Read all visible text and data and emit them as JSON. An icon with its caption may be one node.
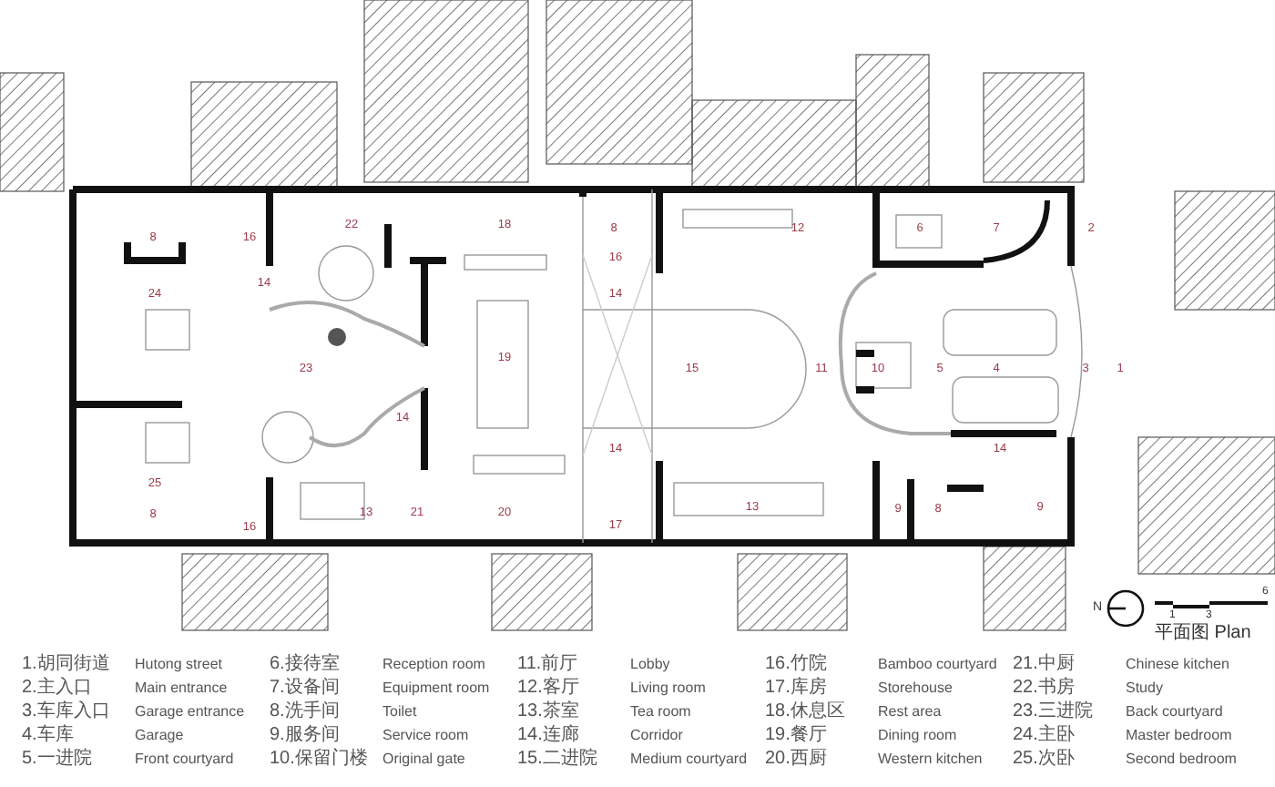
{
  "diagram": {
    "title": "平面图 Plan",
    "labels": [
      "8",
      "16",
      "22",
      "18",
      "8",
      "12",
      "6",
      "7",
      "2",
      "16",
      "24",
      "14",
      "14",
      "23",
      "19",
      "15",
      "11",
      "10",
      "5",
      "4",
      "3",
      "1",
      "14",
      "14",
      "14",
      "25",
      "8",
      "16",
      "13",
      "21",
      "20",
      "17",
      "13",
      "9",
      "8",
      "9",
      "1.胡同街道",
      "Hutong street",
      "6.接待室",
      "Reception room",
      "11.前厅",
      "Lobby",
      "16.竹院",
      "Bamboo courtyard",
      "21.中厨",
      "Chinese kitchen",
      "2.主入口",
      "Main entrance",
      "7.设备间",
      "Equipment room",
      "12.客厅",
      "Living room",
      "17.库房",
      "Storehouse",
      "22.书房",
      "Study",
      "3.车库入口",
      "Garage entrance",
      "8.洗手间",
      "Toilet",
      "13.茶室",
      "Tea room",
      "18.休息区",
      "Rest area",
      "23.三进院",
      "Back courtyard",
      "4.车库",
      "Garage",
      "9.服务间",
      "Service room",
      "14.连廊",
      "Corridor",
      "19.餐厅",
      "Dining room",
      "24.主卧",
      "Master bedroom",
      "5.一进院",
      "Front courtyard",
      "10.保留门楼",
      "Original gate",
      "15.二进院",
      "Medium courtyard",
      "20.西厨",
      "Western kitchen",
      "25.次卧",
      "Second bedroom",
      "N",
      "1",
      "3",
      "6"
    ]
  }
}
